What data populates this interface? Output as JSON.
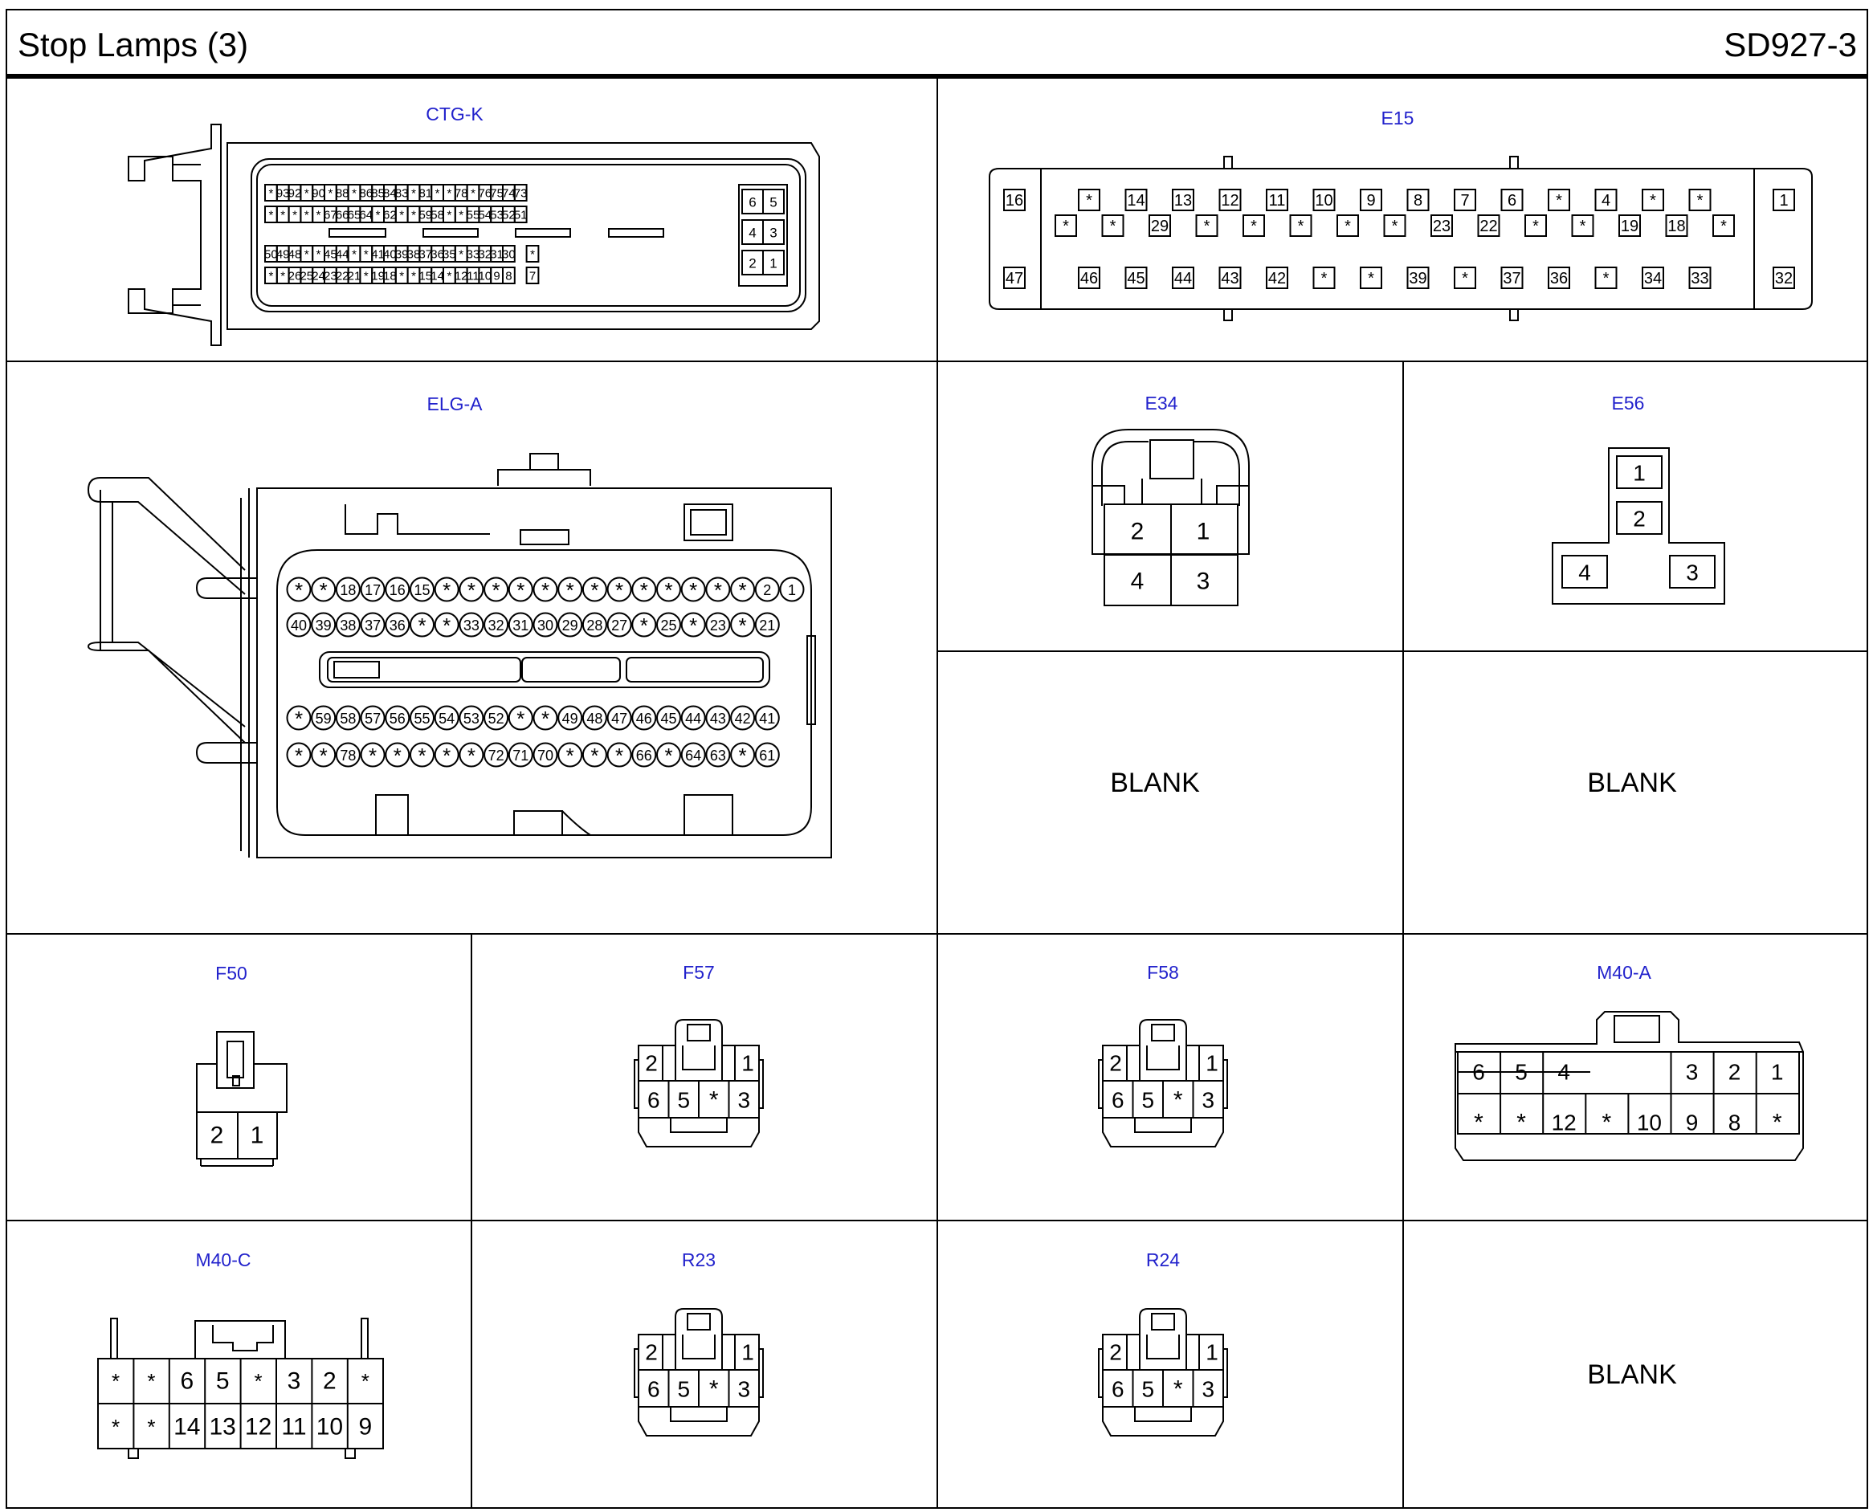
{
  "header": {
    "title": "Stop Lamps (3)",
    "code": "SD927-3"
  },
  "blank_label": "BLANK",
  "connectors": {
    "ctgk": {
      "name": "CTG-K",
      "rows": [
        [
          "*",
          "93",
          "92",
          "*",
          "90",
          "*",
          "88",
          "*",
          "86",
          "85",
          "84",
          "83",
          "*",
          "81",
          "*",
          "*",
          "78",
          "*",
          "76",
          "75",
          "74",
          "73"
        ],
        [
          "*",
          "*",
          "*",
          "*",
          "*",
          "67",
          "66",
          "65",
          "64",
          "*",
          "62",
          "*",
          "*",
          "59",
          "58",
          "*",
          "*",
          "55",
          "54",
          "53",
          "52",
          "51"
        ],
        [
          "50",
          "49",
          "48",
          "*",
          "*",
          "45",
          "44",
          "*",
          "*",
          "41",
          "40",
          "39",
          "38",
          "37",
          "36",
          "35",
          "*",
          "33",
          "32",
          "31",
          "30",
          "",
          "*"
        ],
        [
          "*",
          "*",
          "26",
          "25",
          "24",
          "23",
          "22",
          "21",
          "*",
          "19",
          "18",
          "*",
          "*",
          "15",
          "14",
          "*",
          "12",
          "11",
          "10",
          "9",
          "8",
          "",
          "7"
        ]
      ],
      "side": [
        [
          "6",
          "5"
        ],
        [
          "4",
          "3"
        ],
        [
          "2",
          "1"
        ]
      ]
    },
    "e15": {
      "name": "E15",
      "left": [
        "16",
        "47"
      ],
      "right": [
        "1",
        "32"
      ],
      "row1": [
        "*",
        "14",
        "13",
        "12",
        "11",
        "10",
        "9",
        "8",
        "7",
        "6",
        "*",
        "4",
        "*",
        "*"
      ],
      "row2": [
        "*",
        "*",
        "29",
        "*",
        "*",
        "*",
        "*",
        "*",
        "23",
        "22",
        "*",
        "*",
        "19",
        "18",
        "*"
      ],
      "row3": [
        "46",
        "45",
        "44",
        "43",
        "42",
        "*",
        "*",
        "39",
        "*",
        "37",
        "36",
        "*",
        "34",
        "33"
      ]
    },
    "elga": {
      "name": "ELG-A",
      "row1": [
        "*",
        "*",
        "18",
        "17",
        "16",
        "15",
        "*",
        "*",
        "*",
        "*",
        "*",
        "*",
        "*",
        "*",
        "*",
        "*",
        "*",
        "*",
        "*",
        "2",
        "1"
      ],
      "row2": [
        "40",
        "39",
        "38",
        "37",
        "36",
        "*",
        "*",
        "33",
        "32",
        "31",
        "30",
        "29",
        "28",
        "27",
        "*",
        "25",
        "*",
        "23",
        "*",
        "21"
      ],
      "row3": [
        "*",
        "59",
        "58",
        "57",
        "56",
        "55",
        "54",
        "53",
        "52",
        "*",
        "*",
        "49",
        "48",
        "47",
        "46",
        "45",
        "44",
        "43",
        "42",
        "41"
      ],
      "row4": [
        "*",
        "*",
        "78",
        "*",
        "*",
        "*",
        "*",
        "*",
        "72",
        "71",
        "70",
        "*",
        "*",
        "*",
        "66",
        "*",
        "64",
        "63",
        "*",
        "61"
      ]
    },
    "e34": {
      "name": "E34",
      "pins": [
        "2",
        "1",
        "4",
        "3"
      ]
    },
    "e56": {
      "name": "E56",
      "pins": [
        "1",
        "2",
        "4",
        "3"
      ]
    },
    "f50": {
      "name": "F50",
      "pins": [
        "2",
        "1"
      ]
    },
    "f57": {
      "name": "F57",
      "top": [
        "2",
        "1"
      ],
      "bottom": [
        "6",
        "5",
        "*",
        "3"
      ]
    },
    "f58": {
      "name": "F58",
      "top": [
        "2",
        "1"
      ],
      "bottom": [
        "6",
        "5",
        "*",
        "3"
      ]
    },
    "m40a": {
      "name": "M40-A",
      "top_left": [
        "6",
        "5",
        "4"
      ],
      "top_right": [
        "3",
        "2",
        "1"
      ],
      "bottom": [
        "*",
        "*",
        "12",
        "*",
        "10",
        "9",
        "8",
        "*"
      ]
    },
    "m40c": {
      "name": "M40-C",
      "top": [
        "*",
        "*",
        "6",
        "5",
        "*",
        "3",
        "2",
        "*"
      ],
      "bottom": [
        "*",
        "*",
        "14",
        "13",
        "12",
        "11",
        "10",
        "9"
      ]
    },
    "r23": {
      "name": "R23",
      "top": [
        "2",
        "1"
      ],
      "bottom": [
        "6",
        "5",
        "*",
        "3"
      ]
    },
    "r24": {
      "name": "R24",
      "top": [
        "2",
        "1"
      ],
      "bottom": [
        "6",
        "5",
        "*",
        "3"
      ]
    }
  }
}
